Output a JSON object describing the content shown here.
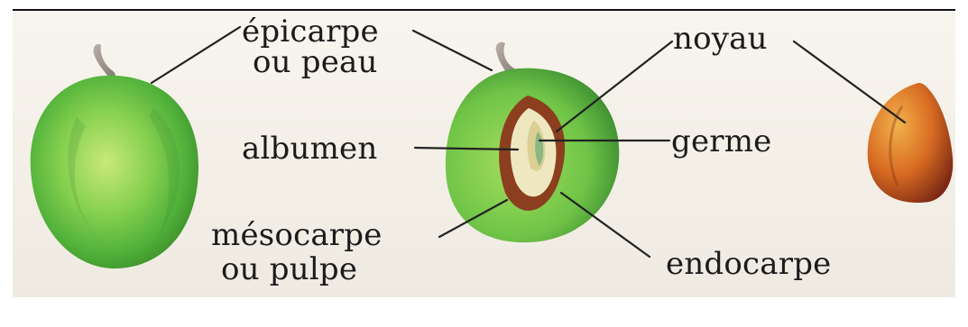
{
  "diagram": {
    "labels": {
      "epicarpe_line1": "épicarpe",
      "epicarpe_line2": "ou peau",
      "albumen": "albumen",
      "mesocarpe_line1": "mésocarpe",
      "mesocarpe_line2": "ou pulpe",
      "noyau": "noyau",
      "germe": "germe",
      "endocarpe": "endocarpe"
    },
    "colors": {
      "fruit_light": "#c9e97a",
      "fruit_mid": "#7fce4c",
      "fruit_dark": "#3f8f2a",
      "pit_brown": "#8b3f1f",
      "seed_cream": "#efe7bf",
      "stone_orange": "#d86b22",
      "stem": "#9a8f86",
      "line_ink": "#222222"
    }
  }
}
